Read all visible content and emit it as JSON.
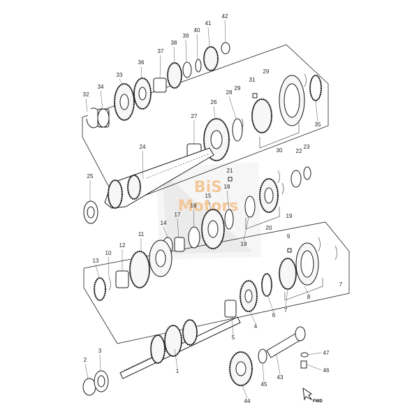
{
  "watermark": {
    "line1": "BiS",
    "line2": "Motors"
  },
  "fwd_label": "FWD",
  "callouts": [
    {
      "id": "c1",
      "text": "1"
    },
    {
      "id": "c2",
      "text": "2"
    },
    {
      "id": "c3",
      "text": "3"
    },
    {
      "id": "c4",
      "text": "4"
    },
    {
      "id": "c5",
      "text": "5"
    },
    {
      "id": "c6",
      "text": "6"
    },
    {
      "id": "c7a",
      "text": "7"
    },
    {
      "id": "c7b",
      "text": "7"
    },
    {
      "id": "c8",
      "text": "8"
    },
    {
      "id": "c9",
      "text": "9"
    },
    {
      "id": "c10",
      "text": "10"
    },
    {
      "id": "c11",
      "text": "11"
    },
    {
      "id": "c12",
      "text": "12"
    },
    {
      "id": "c13",
      "text": "13"
    },
    {
      "id": "c14",
      "text": "14"
    },
    {
      "id": "c15",
      "text": "15"
    },
    {
      "id": "c16",
      "text": "16"
    },
    {
      "id": "c17",
      "text": "17"
    },
    {
      "id": "c18",
      "text": "18"
    },
    {
      "id": "c19a",
      "text": "19"
    },
    {
      "id": "c19b",
      "text": "19"
    },
    {
      "id": "c20",
      "text": "20"
    },
    {
      "id": "c21",
      "text": "21"
    },
    {
      "id": "c22",
      "text": "22"
    },
    {
      "id": "c23",
      "text": "23"
    },
    {
      "id": "c24",
      "text": "24"
    },
    {
      "id": "c25",
      "text": "25"
    },
    {
      "id": "c26",
      "text": "26"
    },
    {
      "id": "c27",
      "text": "27"
    },
    {
      "id": "c28",
      "text": "28"
    },
    {
      "id": "c29a",
      "text": "29"
    },
    {
      "id": "c29b",
      "text": "29"
    },
    {
      "id": "c30",
      "text": "30"
    },
    {
      "id": "c31",
      "text": "31"
    },
    {
      "id": "c32",
      "text": "32"
    },
    {
      "id": "c33",
      "text": "33"
    },
    {
      "id": "c34",
      "text": "34"
    },
    {
      "id": "c35",
      "text": "35"
    },
    {
      "id": "c36",
      "text": "36"
    },
    {
      "id": "c37",
      "text": "37"
    },
    {
      "id": "c38",
      "text": "38"
    },
    {
      "id": "c39",
      "text": "39"
    },
    {
      "id": "c40",
      "text": "40"
    },
    {
      "id": "c41",
      "text": "41"
    },
    {
      "id": "c42",
      "text": "42"
    },
    {
      "id": "c43",
      "text": "43"
    },
    {
      "id": "c44",
      "text": "44"
    },
    {
      "id": "c45",
      "text": "45"
    },
    {
      "id": "c46",
      "text": "46"
    },
    {
      "id": "c47",
      "text": "47"
    }
  ]
}
